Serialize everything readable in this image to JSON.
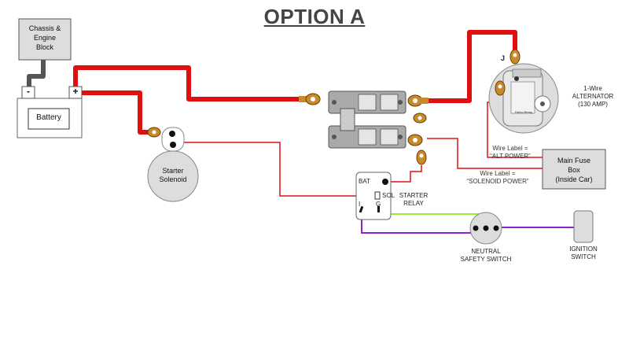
{
  "title": "OPTION A",
  "chassis": {
    "line1": "Chassis &",
    "line2": "Engine",
    "line3": "Block"
  },
  "battery": {
    "label": "Battery",
    "neg": "-",
    "pos": "+"
  },
  "starter_solenoid": {
    "line1": "Starter",
    "line2": "Solenoid"
  },
  "alternator": {
    "line1": "1-Wire",
    "line2": "ALTERNATOR",
    "line3": "(130 AMP)",
    "terminal": "J",
    "brand": "Delco-Remy"
  },
  "fuse_box": {
    "line1": "Main Fuse",
    "line2": "Box",
    "line3": "(Inside Car)"
  },
  "wire_labels": {
    "alt_line1": "Wire Label =",
    "alt_line2": "“ALT POWER”",
    "sol_line1": "Wire Label =",
    "sol_line2": "“SOLENOID POWER”"
  },
  "relay": {
    "bat": "BAT",
    "sol": "SOL",
    "i": "I",
    "g": "G",
    "name_line1": "STARTER",
    "name_line2": "RELAY"
  },
  "neutral_switch": {
    "line1": "NEUTRAL",
    "line2": "SAFETY SWITCH"
  },
  "ignition_switch": {
    "line1": "IGNITION",
    "line2": "SWITCH"
  },
  "colors": {
    "power": "#e01010",
    "ground": "#555555",
    "green": "#99ee33",
    "purple": "#8a22d0"
  }
}
